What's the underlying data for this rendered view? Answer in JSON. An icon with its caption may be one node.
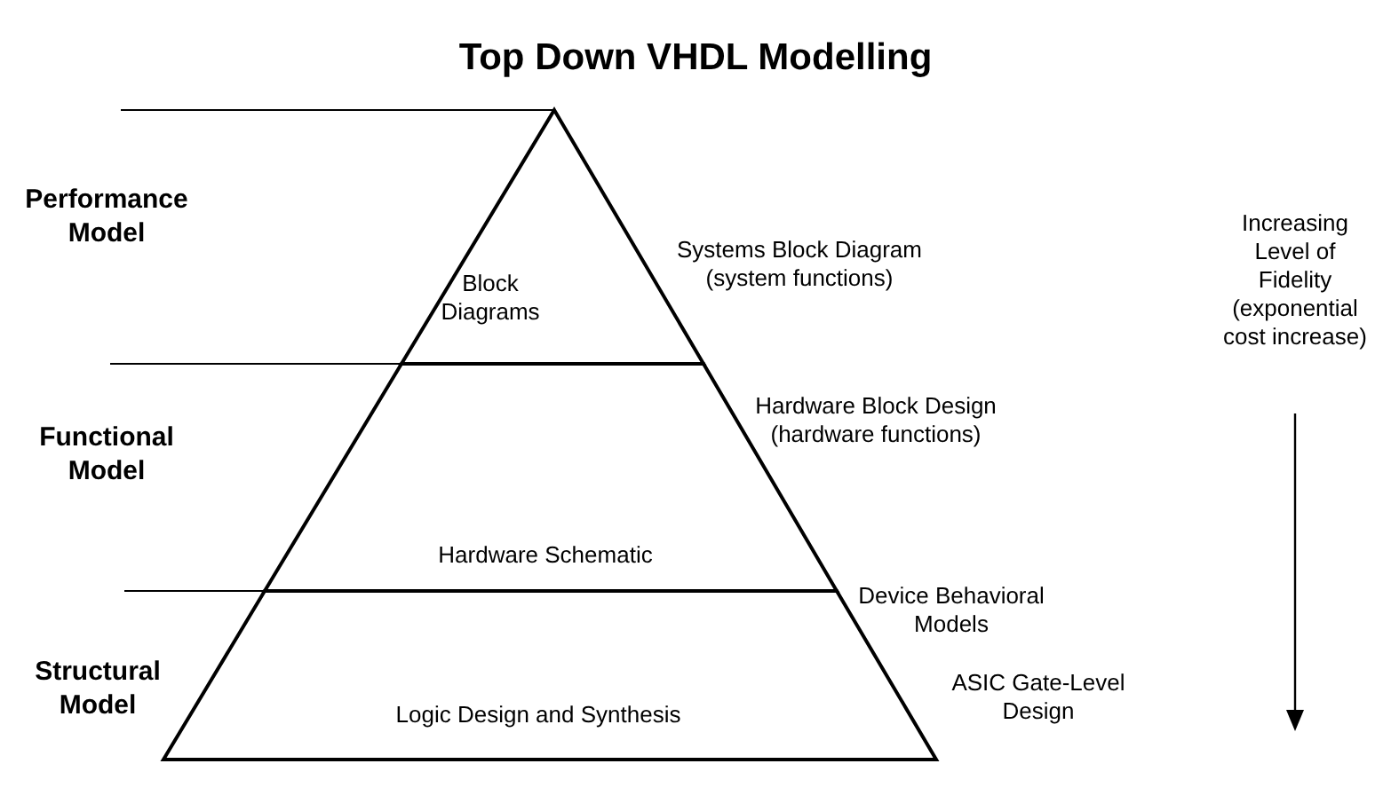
{
  "diagram": {
    "title": "Top Down VHDL Modelling",
    "nodes": [
      {
        "text": [
          "Block Diagrams"
        ]
      },
      {
        "text": [
          "Hardware Schematic"
        ]
      },
      {
        "text": [
          "Logic Design and Synthesis"
        ]
      }
    ],
    "labels": [
      "Performance Model",
      "Systems Block Diagram (system functions)",
      "Increasing Level of Fidelity (exponential cost increase)",
      "Hardware Block Design (hardware functions)",
      "Functional Model",
      "Device Behavioral Models",
      "Structural Model",
      "ASIC Gate-Level Design"
    ]
  }
}
